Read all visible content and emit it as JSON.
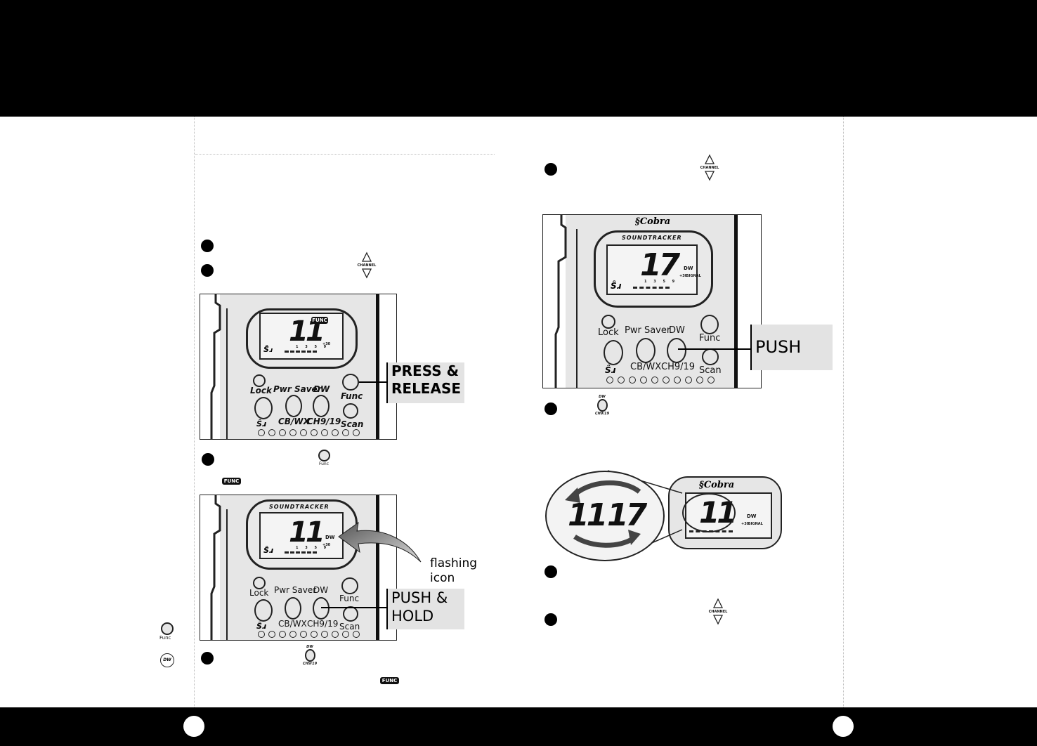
{
  "callouts": {
    "press_release_line1": "PRESS &",
    "press_release_line2": "RELEASE",
    "push_hold_line1": "PUSH &",
    "push_hold_line2": "HOLD",
    "push": "PUSH",
    "flashing_line1": "flashing",
    "flashing_line2": "icon"
  },
  "buttons": {
    "lock": "Lock",
    "pwr_saver": "Pwr Saver",
    "dw": "DW",
    "func": "Func",
    "scan": "Scan",
    "cbwx": "CB/WX",
    "ch919": "CH9/19"
  },
  "lcd": {
    "ch1": "11",
    "ch2": "11",
    "ch3": "17",
    "zoom_a": "11",
    "zoom_b": "17",
    "zoom_c": "11",
    "func_chip": "FUNC",
    "dw_icon": "DW",
    "signal": "SIGNAL",
    "plus30": "+30",
    "scale": "1 3 5 9"
  },
  "brand": {
    "cobra": "Cobra",
    "soundtracker": "SOUNDTRACKER"
  },
  "icons": {
    "channel_label": "CHANNEL",
    "func_small": "Func",
    "dw_small": "DW",
    "ch919_small": "CH9/19"
  }
}
